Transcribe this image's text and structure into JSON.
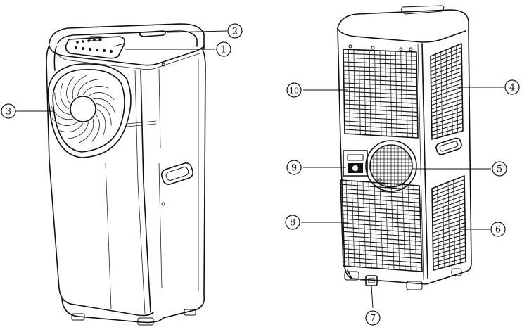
{
  "figure": {
    "labels": [
      {
        "id": "1",
        "text": "①"
      },
      {
        "id": "2",
        "text": "②"
      },
      {
        "id": "3",
        "text": "③"
      },
      {
        "id": "4",
        "text": "④"
      },
      {
        "id": "5",
        "text": "⑤"
      },
      {
        "id": "6",
        "text": "⑥"
      },
      {
        "id": "7",
        "text": "⑦"
      },
      {
        "id": "8",
        "text": "⑧"
      },
      {
        "id": "9",
        "text": "⑨"
      },
      {
        "id": "10",
        "text": "⑩"
      }
    ]
  }
}
